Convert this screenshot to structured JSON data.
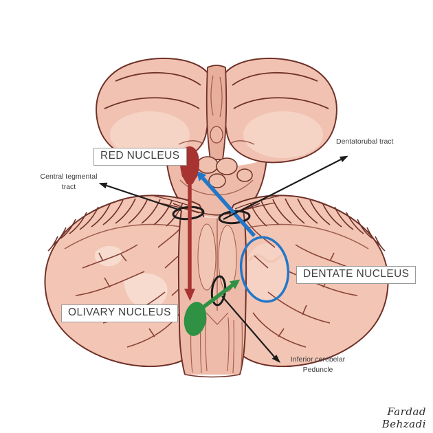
{
  "labels": {
    "red_nucleus": "RED NUCLEUS",
    "dentate_nucleus": "DENTATE NUCLEUS",
    "olivary_nucleus": "OLIVARY NUCLEUS",
    "central_tegmental_tract_line1": "Central tegmental",
    "central_tegmental_tract_line2": "tract",
    "dentatorubal_tract": "Dentatorubal tract",
    "inferior_cerebellar_peduncle_line1": "Inferior cerebelar",
    "inferior_cerebellar_peduncle_line2": "Peduncle",
    "signature": "Fardad Behzadi"
  },
  "colors": {
    "red": "#a73431",
    "blue": "#2277c8",
    "green": "#2e9143",
    "black": "#1c1c1c",
    "skin": "#f2c5b4",
    "outline": "#6f3129",
    "label_text": "#3f3f3f",
    "label_border": "#9a9a9a"
  }
}
